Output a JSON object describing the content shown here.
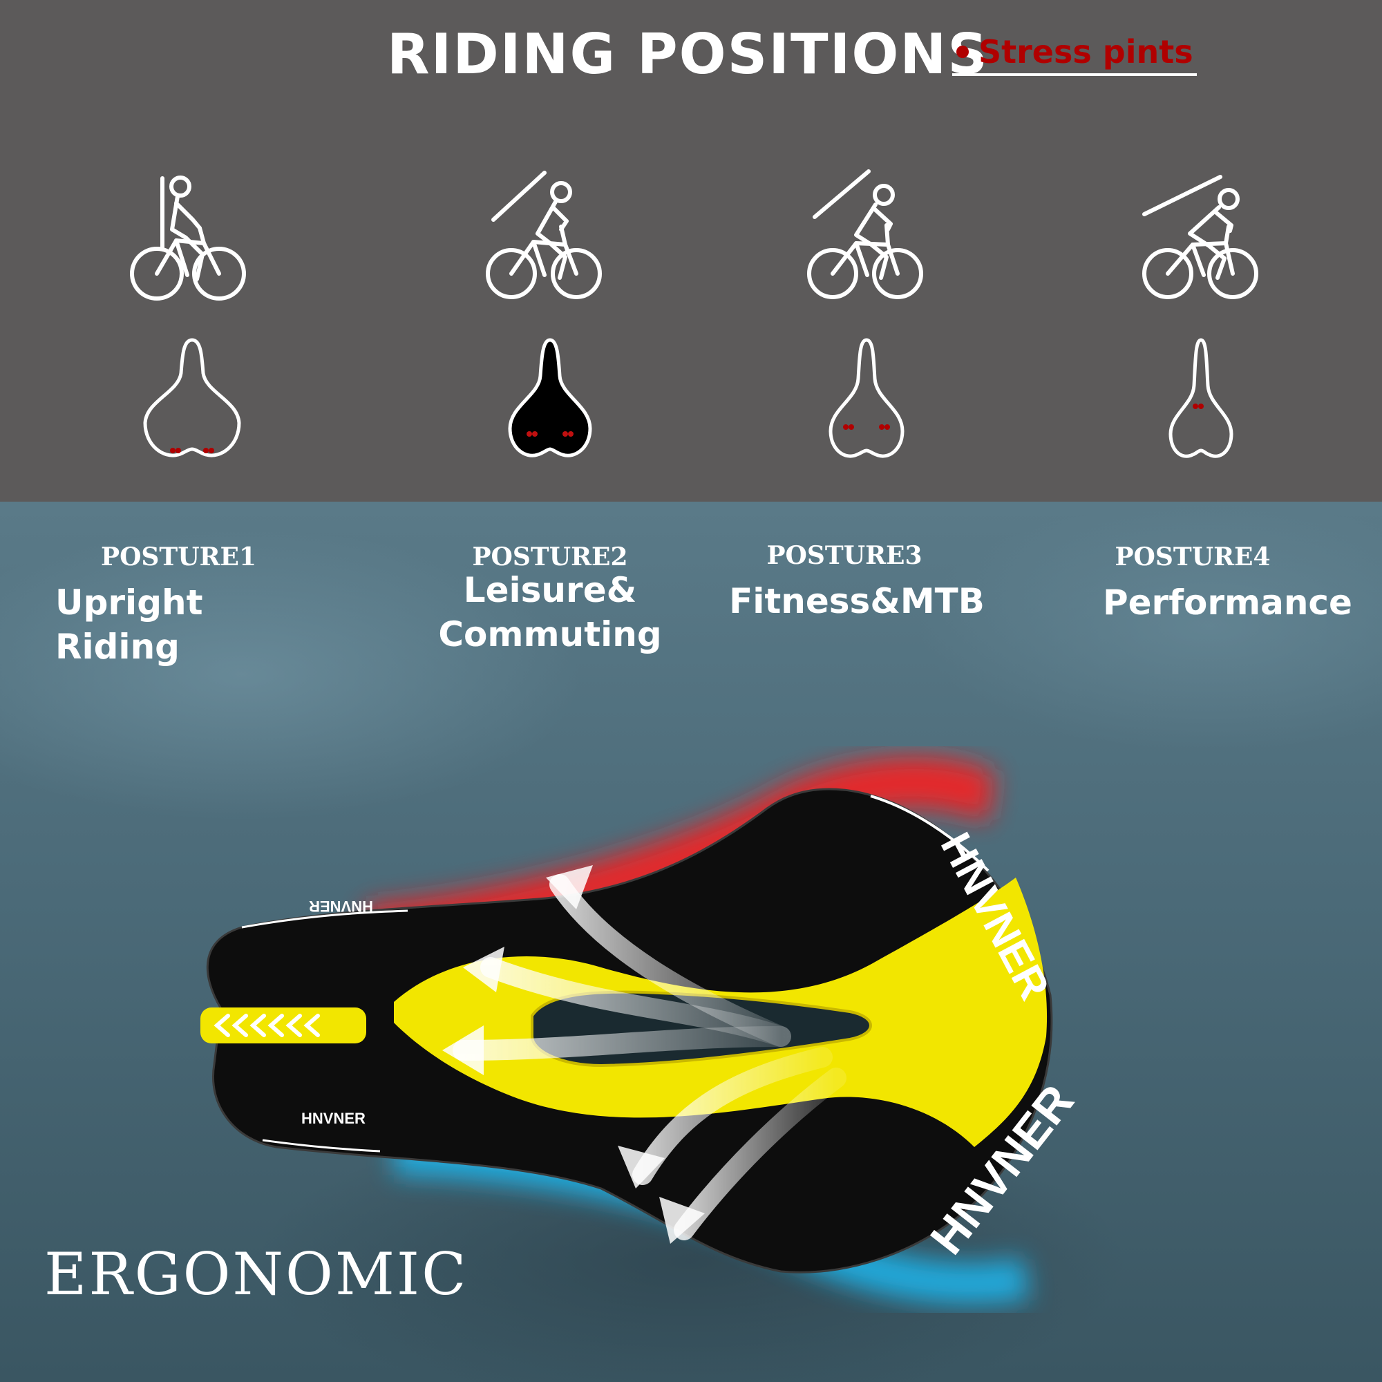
{
  "header": {
    "title": "RIDING POSITIONS",
    "legend_label": "Stress pints"
  },
  "postures": [
    {
      "number": "POSTURE1",
      "name": "Upright Riding"
    },
    {
      "number": "POSTURE2",
      "name_line1": "Leisure&",
      "name_line2": "Commuting"
    },
    {
      "number": "POSTURE3",
      "name": "Fitness&MTB"
    },
    {
      "number": "POSTURE4",
      "name": "Performance"
    }
  ],
  "caption": "ERGONOMIC",
  "brand": "HNVNER",
  "colors": {
    "top_panel": "#5c5a5a",
    "stress_point": "#b00000",
    "accent_yellow": "#f2e600",
    "saddle_black": "#0d0d0d",
    "glow_red": "#ff1a1a",
    "glow_blue": "#1fb8f0"
  },
  "icons": [
    "cyclist-upright-icon",
    "cyclist-leisure-icon",
    "cyclist-fitness-icon",
    "cyclist-performance-icon",
    "saddle-outline-icon",
    "saddle-filled-icon"
  ]
}
